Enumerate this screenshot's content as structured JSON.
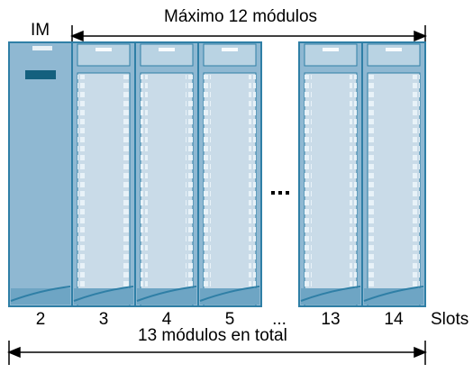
{
  "im_label": "IM",
  "top_label": "Máximo 12 módulos",
  "bottom_label": "13 módulos en total",
  "ellipsis_between_modules": "...",
  "slot_axis_label": "Slots",
  "slots": [
    {
      "label": "2"
    },
    {
      "label": "3"
    },
    {
      "label": "4"
    },
    {
      "label": "5"
    },
    {
      "label": "..."
    },
    {
      "label": "13"
    },
    {
      "label": "14"
    }
  ],
  "colors": {
    "module_body": "#8fb8d2",
    "module_panel": "#c9dbe8",
    "module_edge": "#2f7fa6",
    "im_indicator": "#14607e"
  }
}
